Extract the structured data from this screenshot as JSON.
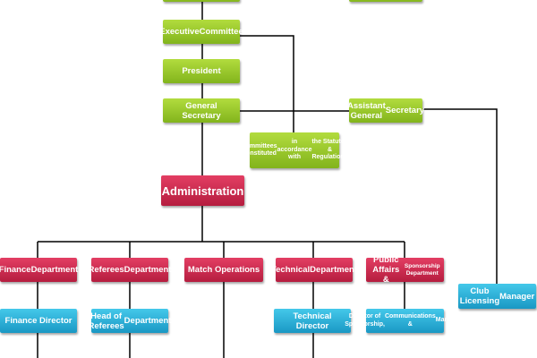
{
  "chart": {
    "executive_committee": [
      "Executive",
      "Committee"
    ],
    "president": "President",
    "general_secretary": "General Secretary",
    "assistant_general_secretary": [
      "Assistant General",
      "Secretary"
    ],
    "committees": [
      "Committees Constituted",
      "in accordance with",
      "the Statutes & Regulations"
    ],
    "administration": "Administration",
    "finance_department": [
      "Finance",
      "Department"
    ],
    "referees_department": [
      "Referees",
      "Department"
    ],
    "match_operations": "Match Operations",
    "technical_department": [
      "Technical",
      "Department"
    ],
    "public_affairs": [
      "Public Affairs &",
      "Sponsorship Department"
    ],
    "club_licensing_manager": [
      "Club Licensing",
      "Manager"
    ],
    "finance_director": "Finance Director",
    "head_of_referees": [
      "Head of Referees",
      "Department"
    ],
    "technical_director": "Technical Director",
    "director_sponsorship": [
      "Director of Sponsorship,",
      "Communications &",
      "Marketing"
    ]
  },
  "colors": {
    "governance": "#9acb2c",
    "department": "#cc2a4e",
    "role": "#2aafd8",
    "connector": "#000000"
  }
}
